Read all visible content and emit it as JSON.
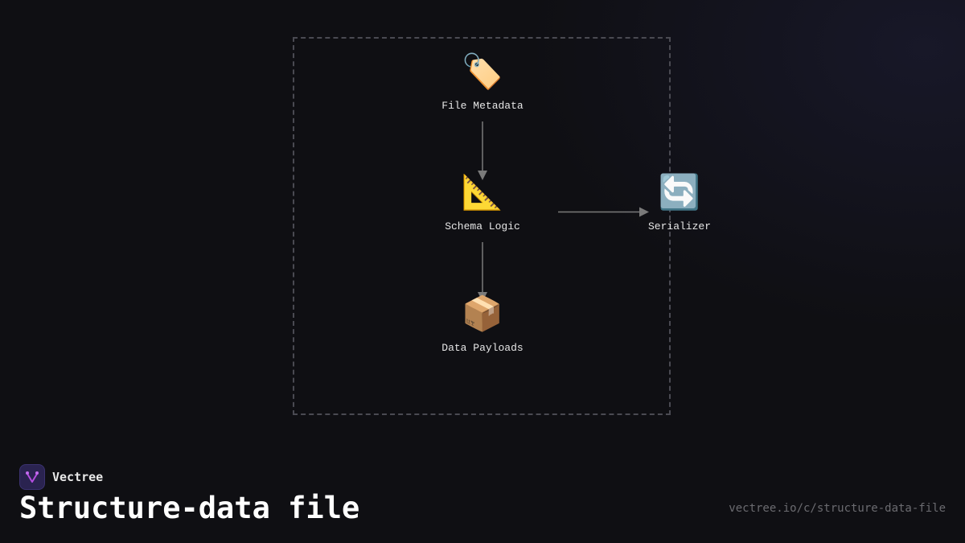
{
  "diagram": {
    "nodes": [
      {
        "id": "file-metadata",
        "icon": "🏷️",
        "icon_name": "label-tag-icon",
        "label": "File Metadata"
      },
      {
        "id": "schema-logic",
        "icon": "📐",
        "icon_name": "triangular-ruler-icon",
        "label": "Schema Logic"
      },
      {
        "id": "data-payloads",
        "icon": "📦",
        "icon_name": "package-box-icon",
        "label": "Data Payloads"
      },
      {
        "id": "serializer",
        "icon": "🔄",
        "icon_name": "arrows-cycle-icon",
        "label": "Serializer"
      }
    ],
    "edges": [
      {
        "from": "file-metadata",
        "to": "schema-logic"
      },
      {
        "from": "schema-logic",
        "to": "data-payloads"
      },
      {
        "from": "schema-logic",
        "to": "serializer"
      }
    ],
    "colors": {
      "edge": "#7a7a7a",
      "group_border": "#4a4a52",
      "background": "#0f0f13"
    }
  },
  "footer": {
    "brand": "Vectree",
    "title": "Structure-data file",
    "url": "vectree.io/c/structure-data-file",
    "accent": "#b44ee0"
  }
}
